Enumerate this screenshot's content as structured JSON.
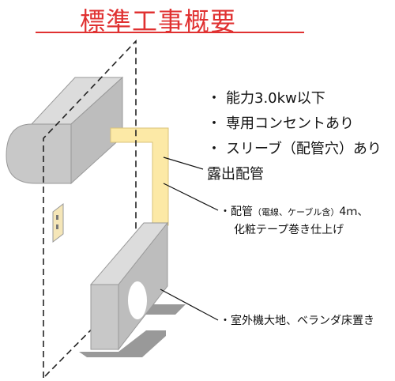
{
  "title": "標準工事概要",
  "colors": {
    "title": "#e03131",
    "unit_gray": "#cfcfcf",
    "pipe_yellow": "#fce9a6",
    "outlet": "#f5e6b8"
  },
  "specs": [
    {
      "bullet": "・",
      "text": "能力3.0kw以下"
    },
    {
      "bullet": "・",
      "text": "専用コンセントあり"
    },
    {
      "bullet": "・",
      "text": "スリーブ（配管穴）あり"
    }
  ],
  "labels": {
    "exposed_piping": "露出配管",
    "piping_bullet": "・",
    "piping_main": "配管",
    "piping_note": "（電線、ケーブル含）",
    "piping_length": "4ｍ、",
    "piping_line2": "化粧テープ巻き仕上げ",
    "outdoor_bullet": "・",
    "outdoor": "室外機大地、ベランダ床置き"
  },
  "icons": [
    "indoor-unit-icon",
    "outdoor-unit-icon",
    "outlet-icon",
    "wall-outline-icon",
    "pipe-icon"
  ]
}
